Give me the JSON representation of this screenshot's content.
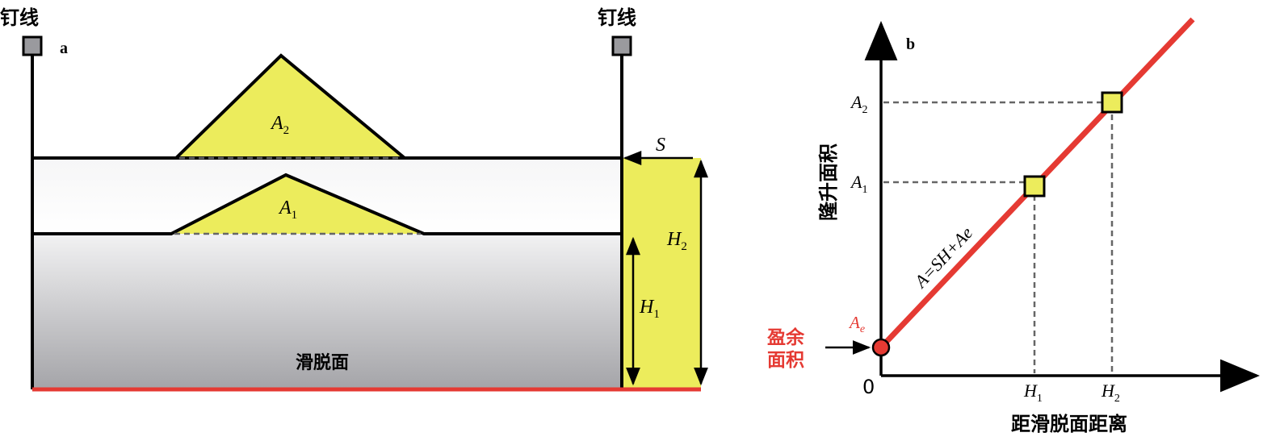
{
  "panel_a": {
    "label": "a",
    "pin_left": "钉线",
    "pin_right": "钉线",
    "area_1": {
      "var": "A",
      "sub": "1"
    },
    "area_2": {
      "var": "A",
      "sub": "2"
    },
    "shortening": "S",
    "height_1": {
      "var": "H",
      "sub": "1"
    },
    "height_2": {
      "var": "H",
      "sub": "2"
    },
    "detachment": "滑脱面"
  },
  "panel_b": {
    "label": "b",
    "ylabel": "隆升面积",
    "xlabel": "距滑脱面距离",
    "origin": "0",
    "y_tick_1": {
      "var": "A",
      "sub": "1"
    },
    "y_tick_2": {
      "var": "A",
      "sub": "2"
    },
    "x_tick_1": {
      "var": "H",
      "sub": "1"
    },
    "x_tick_2": {
      "var": "H",
      "sub": "2"
    },
    "equation": "A=SH+Ae",
    "intercept": {
      "var": "A",
      "sub": "e"
    },
    "excess_line1": "盈余",
    "excess_line2": "面积"
  },
  "colors": {
    "fill_yellow": "#ecec5c",
    "line_red": "#e53a33",
    "pin_gray": "#9a9a9e",
    "dash_gray": "#666666"
  }
}
